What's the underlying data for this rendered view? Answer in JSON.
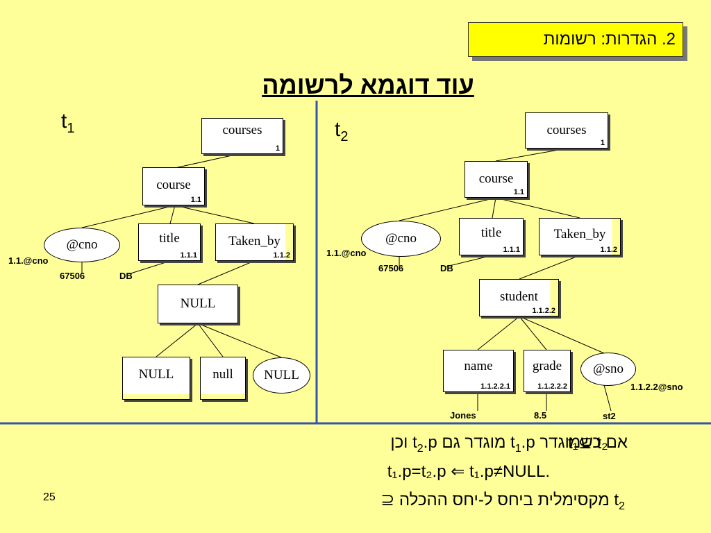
{
  "header": {
    "section": "2. הגדרות: רשומות",
    "title": "עוד דוגמא לרשומה"
  },
  "t1": {
    "label": "t",
    "sub": "1",
    "courses": {
      "label": "courses",
      "id": "1"
    },
    "course": {
      "label": "course",
      "id": "1.1"
    },
    "cno": {
      "label": "@cno",
      "id": "1.1.@cno",
      "value": "67506"
    },
    "title": {
      "label": "title",
      "id": "1.1.1",
      "value": "DB"
    },
    "taken_by": {
      "label": "Taken_by",
      "id": "1.1.2"
    },
    "null_node": {
      "label": "NULL"
    },
    "children": [
      {
        "label": "NULL"
      },
      {
        "label": "null"
      },
      {
        "label": "NULL"
      }
    ]
  },
  "t2": {
    "label": "t",
    "sub": "2",
    "courses": {
      "label": "courses",
      "id": "1"
    },
    "course": {
      "label": "course",
      "id": "1.1"
    },
    "cno": {
      "label": "@cno",
      "id": "1.1.@cno",
      "value": "67506"
    },
    "title": {
      "label": "title",
      "id": "1.1.1",
      "value": "DB"
    },
    "taken_by": {
      "label": "Taken_by",
      "id": "1.1.2"
    },
    "student": {
      "label": "student",
      "id": "1.1.2.2"
    },
    "name": {
      "label": "name",
      "id": "1.1.2.2.1",
      "value": "Jones"
    },
    "grade": {
      "label": "grade",
      "id": "1.1.2.2.2",
      "value": "8.5"
    },
    "sno": {
      "label": "@sno",
      "id": "1.1.2.2@sno",
      "value": "st2"
    }
  },
  "bottom": {
    "line1_text": "אם כשמוגדר t",
    "line1_mid": ".p מוגדר גם t",
    "line1_end": ".p וכן",
    "line2": ".t₁.p=t₂.p ⇐ t₁.p≠NULL",
    "line3": "מקסימלית ביחס ל-יחס ההכלה ⊆",
    "subset_expr": "t₁⊆ t₂",
    "sub1": "1",
    "sub2": "2",
    "t": "t"
  },
  "page_number": "25",
  "colors": {
    "background": "#ffff99",
    "section_box": "#ffff00",
    "divider": "#3355aa"
  }
}
